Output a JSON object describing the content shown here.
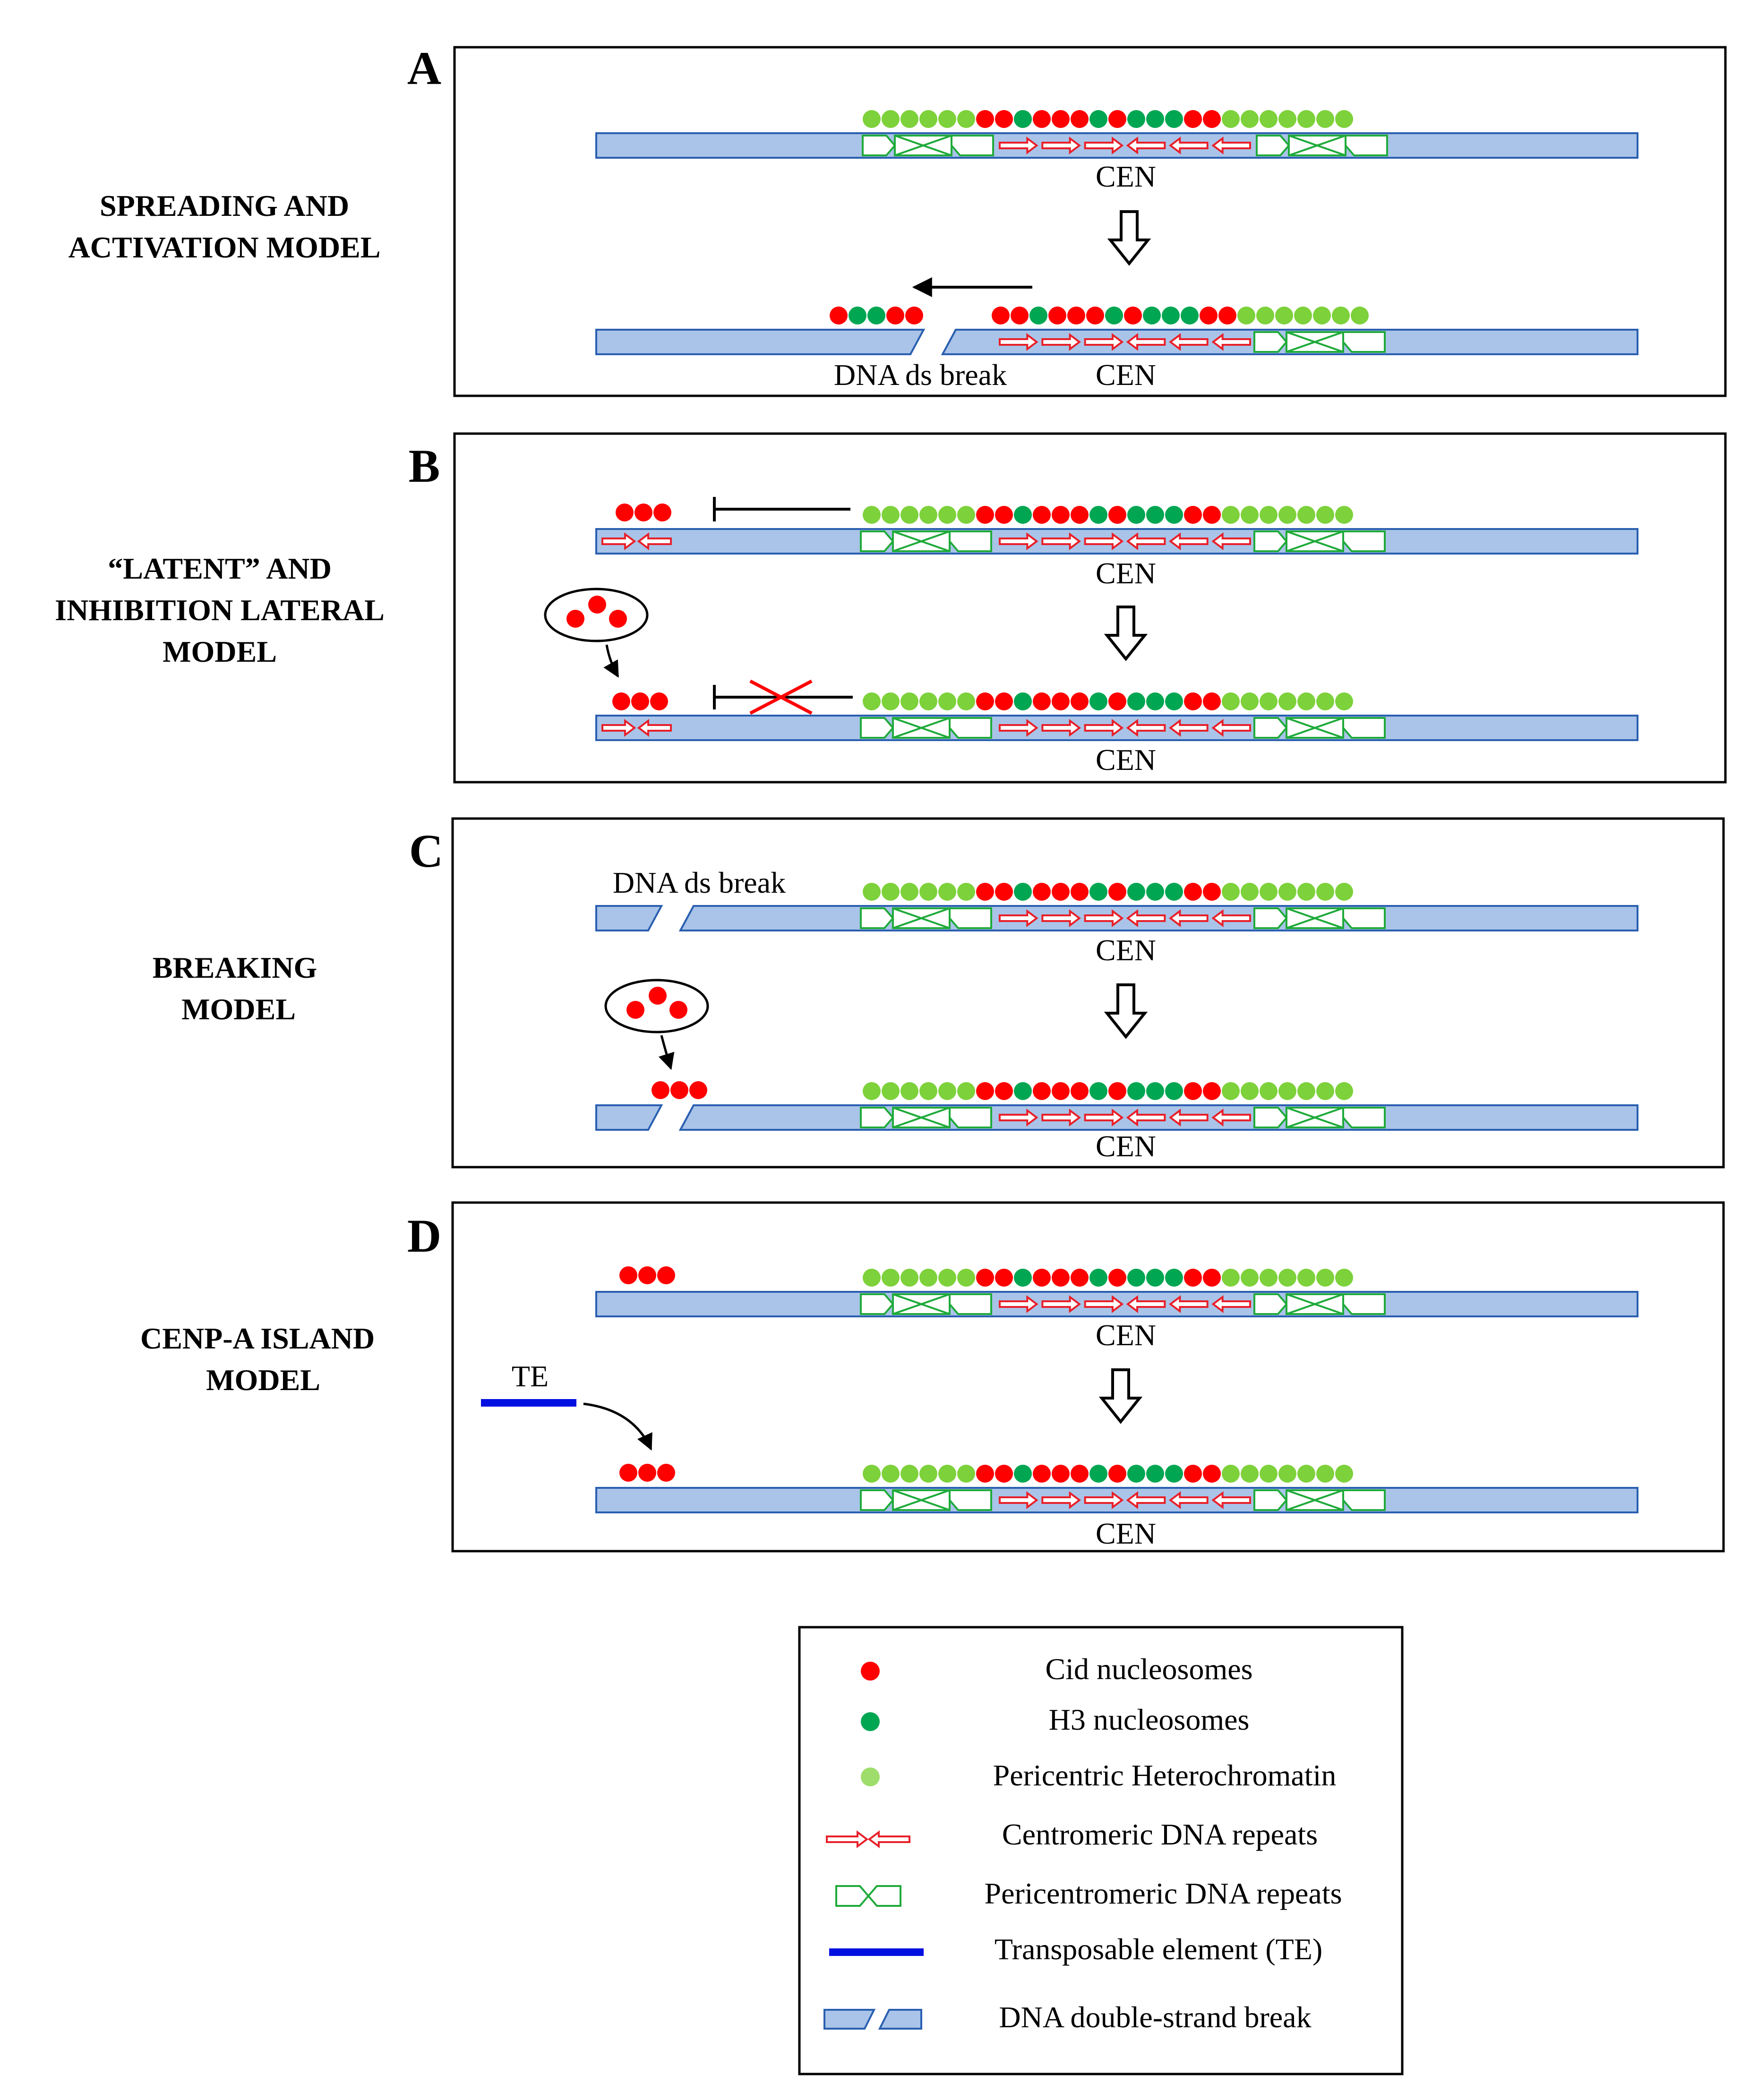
{
  "panels": [
    {
      "letter": "A",
      "model_title_lines": [
        "SPREADING AND",
        "ACTIVATION MODEL"
      ],
      "cen_label": "CEN",
      "break_label": "DNA ds break"
    },
    {
      "letter": "B",
      "model_title_lines": [
        "“LATENT” AND",
        "INHIBITION LATERAL",
        "MODEL"
      ],
      "cen_label": "CEN"
    },
    {
      "letter": "C",
      "model_title_lines": [
        "BREAKING",
        "MODEL"
      ],
      "cen_label": "CEN",
      "break_label": "DNA ds break"
    },
    {
      "letter": "D",
      "model_title_lines": [
        "CENP-A ISLAND",
        "MODEL"
      ],
      "cen_label": "CEN",
      "te_label": "TE"
    }
  ],
  "legend": {
    "items": [
      {
        "key": "cid",
        "label": "Cid nucleosomes"
      },
      {
        "key": "h3",
        "label": "H3 nucleosomes"
      },
      {
        "key": "peri_het",
        "label": "Pericentric Heterochromatin"
      },
      {
        "key": "cen_repeats",
        "label": "Centromeric DNA repeats"
      },
      {
        "key": "pericen_repeats",
        "label": "Pericentromeric DNA repeats"
      },
      {
        "key": "te",
        "label": "Transposable element (TE)"
      },
      {
        "key": "ds_break",
        "label": "DNA double-strand break"
      }
    ]
  },
  "colors": {
    "cid": "#ff0000",
    "h3": "#00a651",
    "pericentric_heterochromatin": "#7dd13a",
    "dna_fill": "#a9c4e8",
    "dna_stroke": "#2a5fb0",
    "centromeric_repeat": "#e8202a",
    "pericentromeric_repeat": "#1faa3a",
    "transposable_element": "#0010e0",
    "inhibition_cross": "#ff0000"
  }
}
